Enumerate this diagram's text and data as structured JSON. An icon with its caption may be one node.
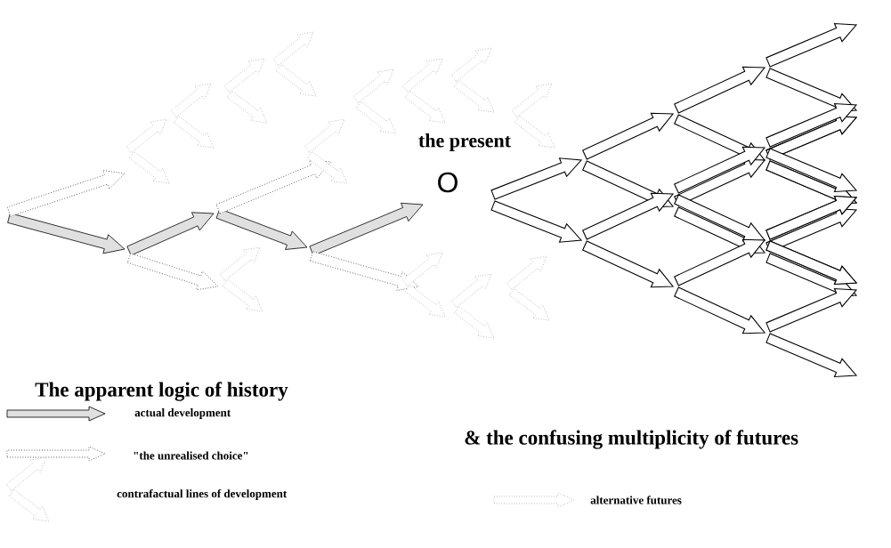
{
  "diagram": {
    "labels": [
      "the present",
      "O",
      "The apparent logic of history",
      "& the confusing multiplicity of futures"
    ],
    "legend": [
      {
        "text": "actual development"
      },
      {
        "text": "\"the unrealised choice\""
      },
      {
        "text": "contrafactual lines of development"
      },
      {
        "text": "alternative futures"
      }
    ]
  }
}
